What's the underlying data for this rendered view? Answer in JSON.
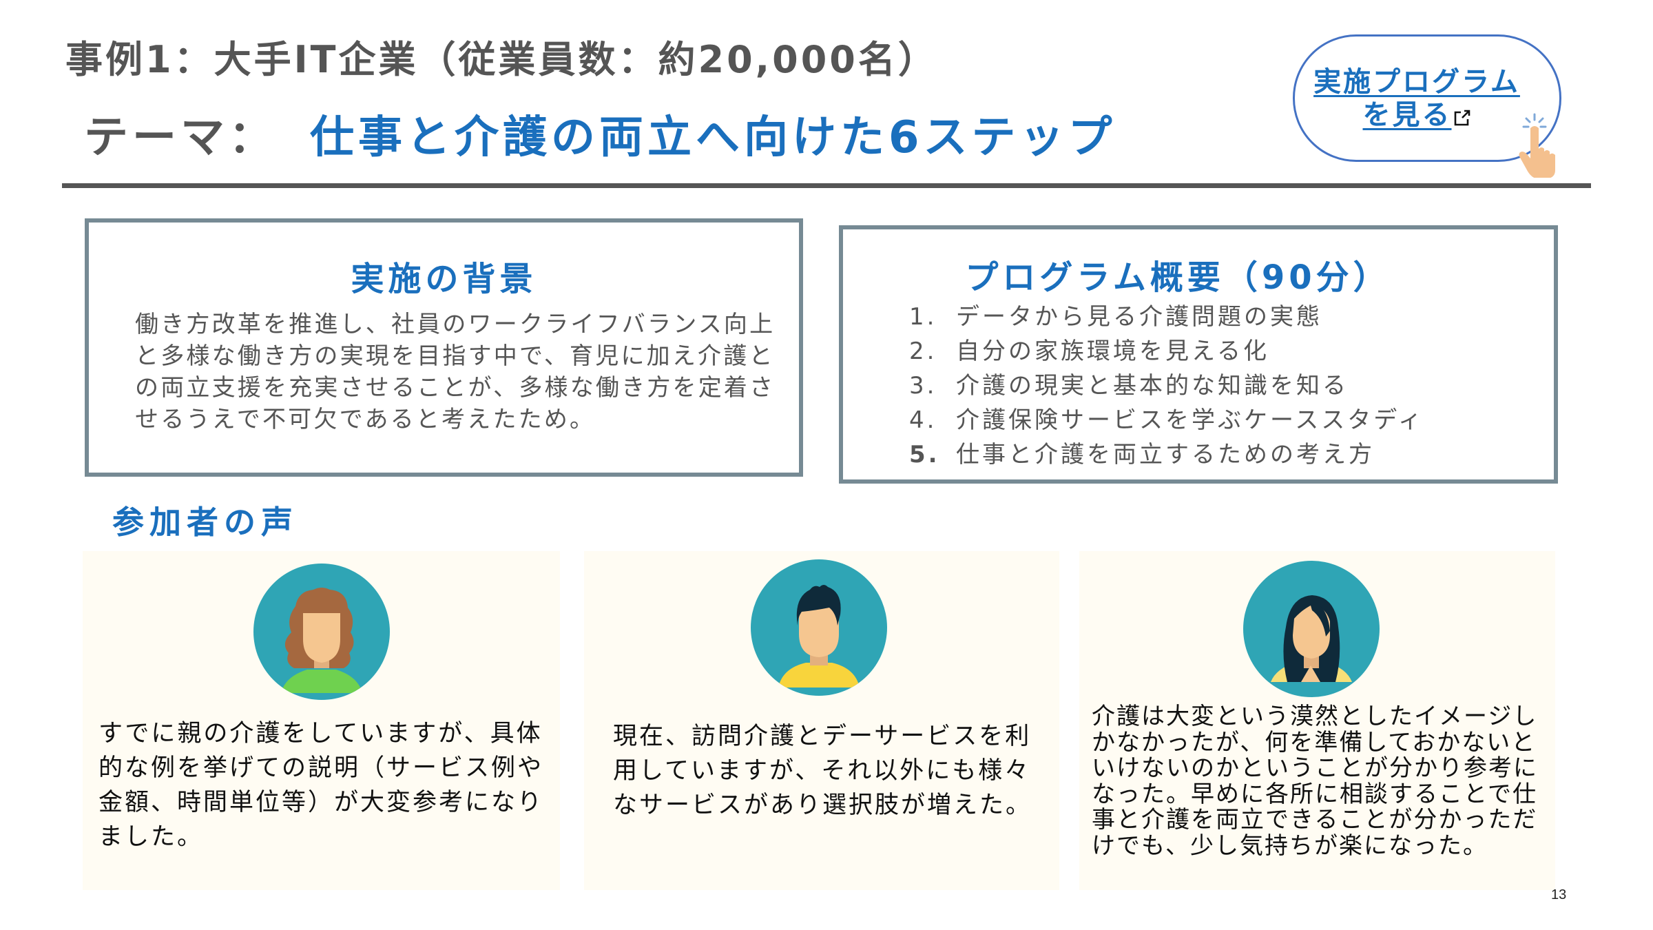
{
  "header": {
    "case_title": "事例1：大手IT企業（従業員数：約20,000名）",
    "theme_label": "テーマ：",
    "theme_text": "仕事と介護の両立へ向けた6ステップ"
  },
  "program_link": {
    "line1": "実施プログラム",
    "line2": "を見る",
    "icons": [
      "external-link-icon",
      "pointing-hand-icon"
    ]
  },
  "background_box": {
    "heading": "実施の背景",
    "body": "働き方改革を推進し、社員のワークライフバランス向上と多様な働き方の実現を目指す中で、育児に加え介護との両立支援を充実させることが、多様な働き方を定着させるうえで不可欠であると考えたため。"
  },
  "program_box": {
    "heading": "プログラム概要（90分）",
    "items": [
      {
        "num": "1.",
        "text": "データから見る介護問題の実態"
      },
      {
        "num": "2.",
        "text": "自分の家族環境を見える化"
      },
      {
        "num": "3.",
        "text": "介護の現実と基本的な知識を知る"
      },
      {
        "num": "4.",
        "text": "介護保険サービスを学ぶケーススタディ"
      },
      {
        "num": "5.",
        "text": "仕事と介護を両立するための考え方"
      }
    ]
  },
  "voices": {
    "heading": "参加者の声",
    "cards": [
      {
        "avatar": "woman-curly-hair-avatar",
        "text": "すでに親の介護をしていますが、具体的な例を挙げての説明（サービス例や金額、時間単位等）が大変参考になりました。"
      },
      {
        "avatar": "man-short-hair-avatar",
        "text": "現在、訪問介護とデーサービスを利用していますが、それ以外にも様々なサービスがあり選択肢が増えた。"
      },
      {
        "avatar": "woman-long-hair-avatar",
        "text": "介護は大変という漠然としたイメージしかなかったが、何を準備しておかないといけないのかということが分かり参考になった。早めに各所に相談することで仕事と介護を両立できることが分かっただけでも、少し気持ちが楽になった。"
      }
    ]
  },
  "colors": {
    "accent_blue": "#1a6fbd",
    "title_gray": "#555555",
    "box_border": "#768a94",
    "link_border": "#4472c4",
    "card_bg": "#fffcf3",
    "avatar_bg": "#2fa5b5"
  },
  "footer": {
    "page_number": "13"
  }
}
